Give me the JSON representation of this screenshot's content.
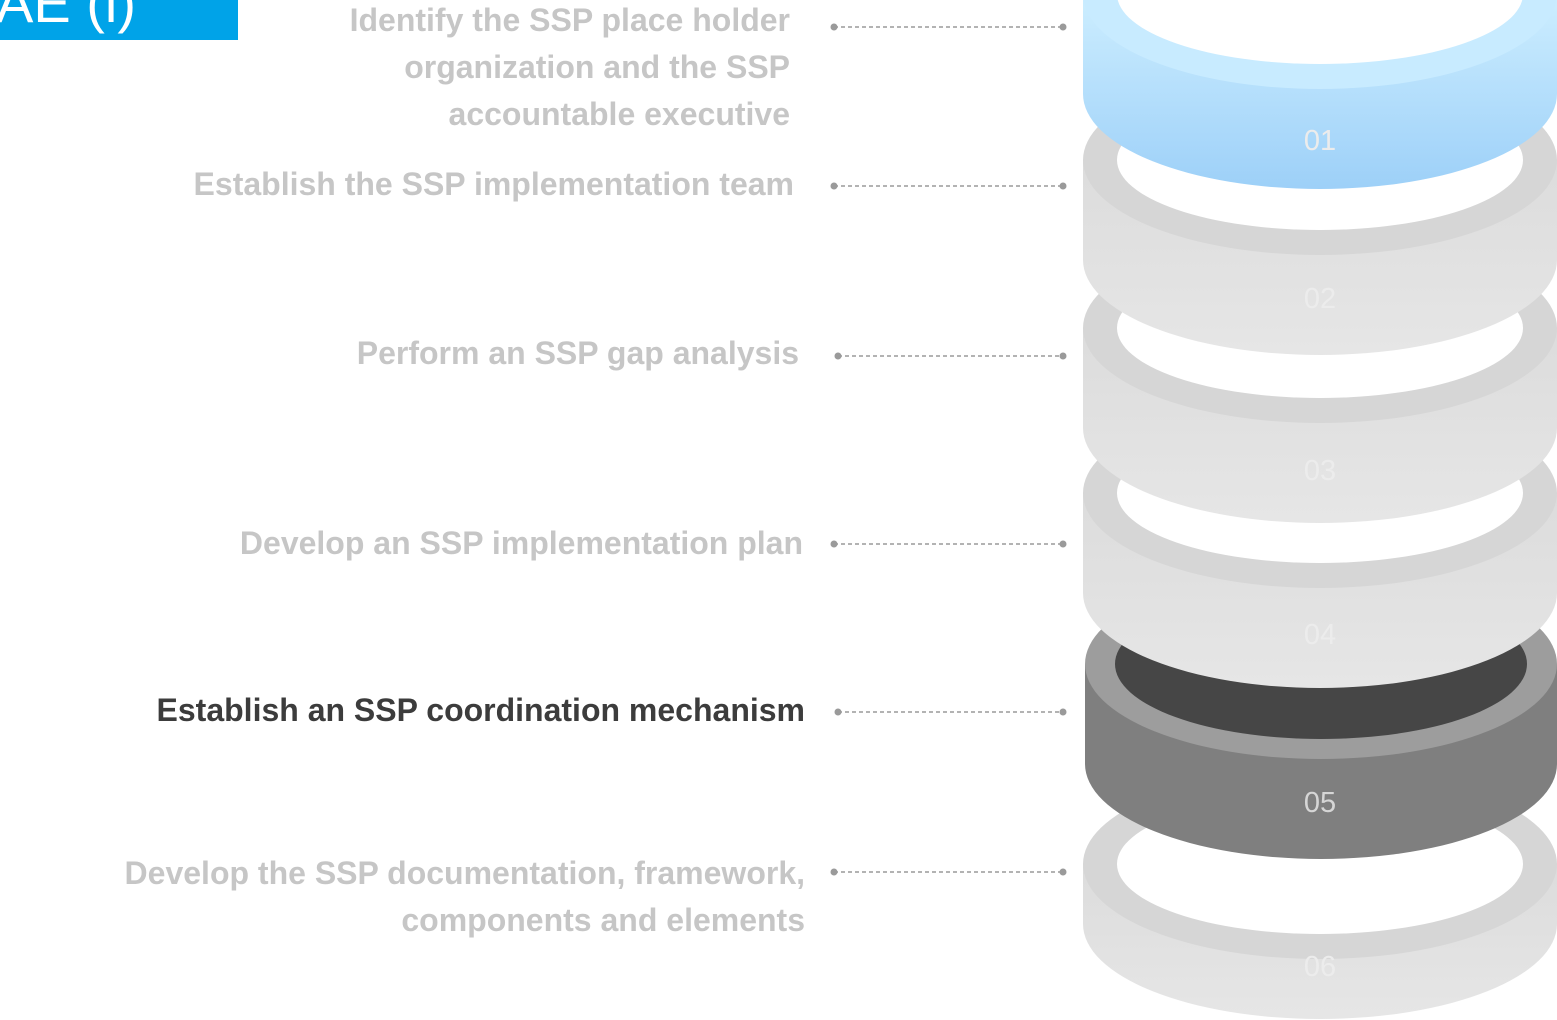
{
  "title_tab": {
    "text": "AE (i)",
    "color": "#00a3e8"
  },
  "steps": [
    {
      "number": "01",
      "label": "Identify the SSP place holder\norganization and the SSP\naccountable executive",
      "state": "highlighted",
      "color": "#a8d8fb"
    },
    {
      "number": "02",
      "label": "Establish the SSP implementation team",
      "state": "inactive",
      "color": "#d9d9d9"
    },
    {
      "number": "03",
      "label": "Perform an SSP gap analysis",
      "state": "inactive",
      "color": "#d9d9d9"
    },
    {
      "number": "04",
      "label": "Develop an SSP implementation plan",
      "state": "inactive",
      "color": "#d9d9d9"
    },
    {
      "number": "05",
      "label": "Establish an SSP coordination mechanism",
      "state": "active",
      "color": "#7f7f7f"
    },
    {
      "number": "06",
      "label": "Develop the SSP documentation, framework,\ncomponents and elements",
      "state": "inactive",
      "color": "#d9d9d9"
    }
  ]
}
